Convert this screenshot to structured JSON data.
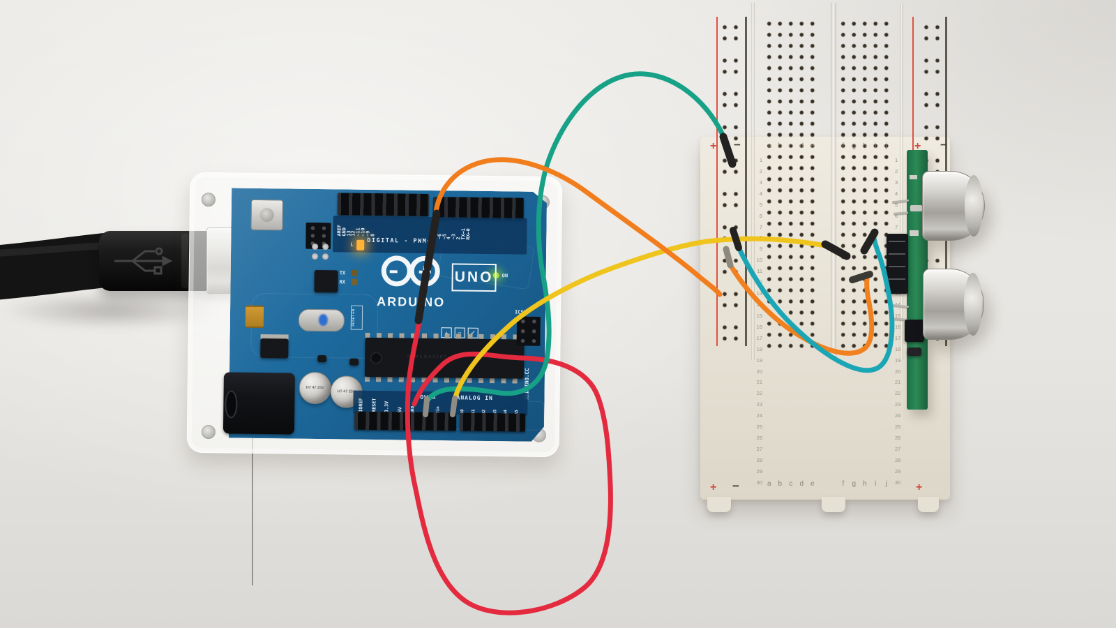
{
  "scene": {
    "description": "Overhead photo of an Arduino Uno in a clear case, connected with colored jumper wires to a half-size breadboard carrying a two-transducer ultrasonic distance sensor",
    "background": "#e8e6e2"
  },
  "arduino": {
    "brand": "ARDUINO",
    "model": "UNO",
    "board_url_text": "ARDUINO.CC",
    "pcb_color": "#1d6a9e",
    "silkscreen": {
      "digital_band": "DIGITAL - PWM~",
      "power_band": "POWER",
      "analog_band": "ANALOG IN",
      "icsp": "ICSP",
      "on": "ON",
      "tx": "TX",
      "rx": "RX",
      "led_l": "L",
      "reset_en": "RESET EN",
      "chip_label": "ATMEGA328P",
      "cap_label": "H7 47 25V"
    },
    "digital_pins_left": [
      "AREF",
      "GND",
      "13",
      "12",
      "~11",
      "~10",
      "~9",
      "8"
    ],
    "digital_pins_right": [
      "7",
      "~6",
      "~5",
      "4",
      "~3",
      "2",
      "TX→1",
      "RX←0"
    ],
    "power_pins_left": [
      "IOREF",
      "RESET",
      "3.3V",
      "5V"
    ],
    "power_pins_right": [
      "GND",
      "GND",
      "Vin"
    ],
    "analog_pins": [
      "A0",
      "A1",
      "A2",
      "A3",
      "A4",
      "A5"
    ],
    "logo": {
      "left_ring": "−",
      "right_ring": "+"
    },
    "leds": [
      {
        "name": "L",
        "color": "#ffb338",
        "state": "on"
      },
      {
        "name": "ON",
        "color": "#a6e036",
        "state": "on"
      }
    ]
  },
  "usb_cable": {
    "color": "#151515",
    "plug": "USB-B",
    "icon": "usb-trident-icon"
  },
  "breadboard": {
    "body_color": "#eae5d9",
    "row_count": 30,
    "columns_left": [
      "a",
      "b",
      "c",
      "d",
      "e"
    ],
    "columns_right": [
      "f",
      "g",
      "h",
      "i",
      "j"
    ],
    "rail_positive": "+",
    "rail_negative": "−"
  },
  "sensor": {
    "name": "ultrasonic-distance-sensor",
    "pcb_color": "#27834f",
    "transducer_count": 2
  },
  "wires": [
    {
      "name": "red-jumper",
      "color": "#e32a3e",
      "from": "arduino-5v-pin",
      "to": "inline-connector-near-digital-pin-7"
    },
    {
      "name": "orange-jumper-long",
      "color": "#f17d1d",
      "from": "inline-connector-near-digital-pin-7",
      "to": "breadboard-left-power-rail"
    },
    {
      "name": "yellow-jumper",
      "color": "#efc41c",
      "from": "arduino-analog-a0-pin",
      "to": "breadboard-f10"
    },
    {
      "name": "green-jumper",
      "color": "#17a186",
      "from": "arduino-gnd-pin",
      "to": "breadboard-left-ground-rail-top"
    },
    {
      "name": "teal-jumper",
      "color": "#1ba6b6",
      "from": "breadboard-left-ground-rail",
      "to": "breadboard-h9"
    },
    {
      "name": "orange-jumper-short",
      "color": "#f1801f",
      "from": "breadboard-left-power-rail",
      "to": "breadboard-f12"
    }
  ]
}
